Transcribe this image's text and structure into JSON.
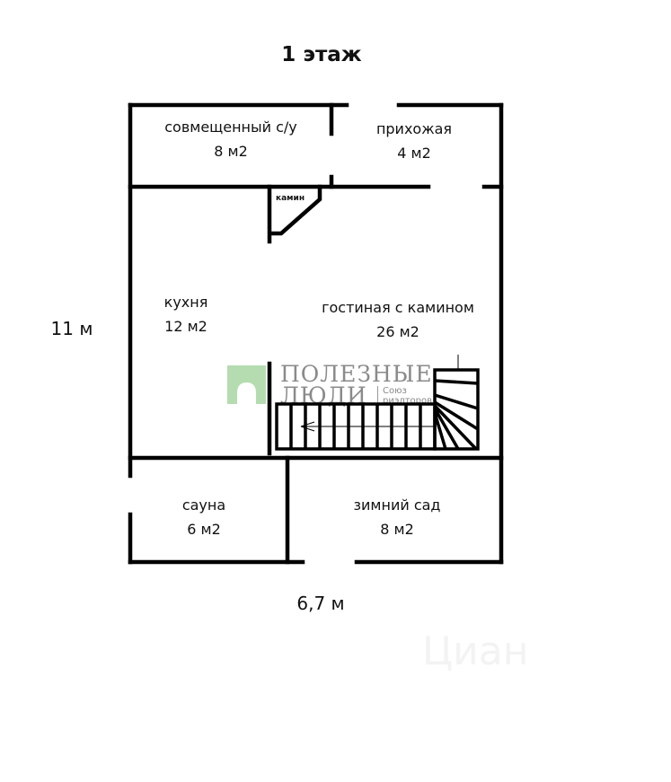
{
  "title": "1 этаж",
  "dimensions": {
    "height": "11 м",
    "width": "6,7 м"
  },
  "rooms": [
    {
      "name": "совмещенный с/у",
      "area": "8 м2"
    },
    {
      "name": "прихожая",
      "area": "4 м2"
    },
    {
      "name": "кухня",
      "area": "12 м2"
    },
    {
      "name": "гостиная с камином",
      "area": "26 м2"
    },
    {
      "name": "сауна",
      "area": "6 м2"
    },
    {
      "name": "зимний сад",
      "area": "8 м2"
    }
  ],
  "fireplace_label": "камин",
  "watermark": {
    "line1": "ПОЛЕЗНЫЕ",
    "line2": "ЛЮДИ",
    "sub1": "Союз",
    "sub2": "риэлторов",
    "logo_color": "#b5dcb0",
    "corner": "Циан"
  }
}
